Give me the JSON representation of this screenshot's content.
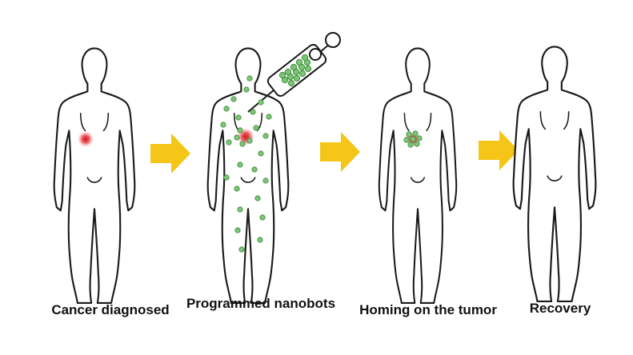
{
  "steps": [
    {
      "label": "Cancer diagnosed"
    },
    {
      "label": "Programmed nanobots"
    },
    {
      "label": "Homing on the tumor"
    },
    {
      "label": "Recovery"
    }
  ],
  "colors": {
    "outline": "#1a1a1a",
    "arrow": "#f5c518",
    "tumor": "#e0242a",
    "nanobot": "#7cc576",
    "nanobot_edge": "#3d8b3a"
  },
  "icons": [
    "human-figure-icon",
    "arrow-right-icon",
    "syringe-icon",
    "tumor-icon",
    "nanobot-icon"
  ]
}
